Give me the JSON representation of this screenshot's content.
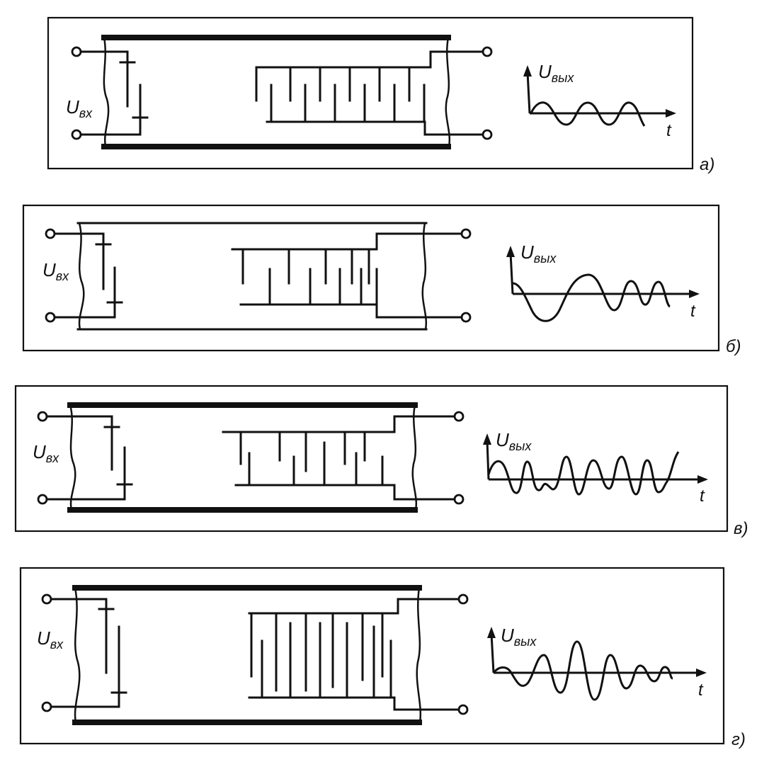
{
  "labels": {
    "input_voltage_main": "U",
    "input_voltage_sub": "вх",
    "output_voltage_main": "U",
    "output_voltage_sub": "вых",
    "time_axis": "t"
  },
  "panels": [
    {
      "id": "a",
      "label": "а)"
    },
    {
      "id": "b",
      "label": "б)"
    },
    {
      "id": "v",
      "label": "в)"
    },
    {
      "id": "g",
      "label": "г)"
    }
  ]
}
